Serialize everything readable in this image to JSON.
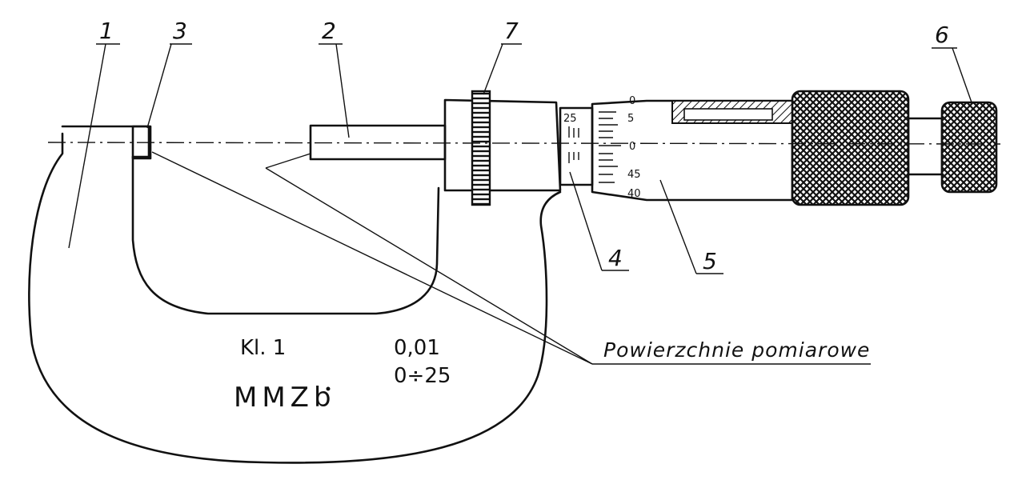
{
  "labels": {
    "anvil_frame": "1",
    "spindle": "2",
    "anvil_face": "3",
    "sleeve": "4",
    "thimble": "5",
    "ratchet": "6",
    "lock_ring": "7"
  },
  "frame_text": {
    "accuracy_class": "Kl. 1",
    "resolution": "0,01",
    "range": "0÷25",
    "model": "MMZb"
  },
  "caption": "Powierzchnie pomiarowe",
  "thimble_scale": [
    "0",
    "5",
    "0",
    "45",
    "40"
  ],
  "sleeve_scale": "25"
}
